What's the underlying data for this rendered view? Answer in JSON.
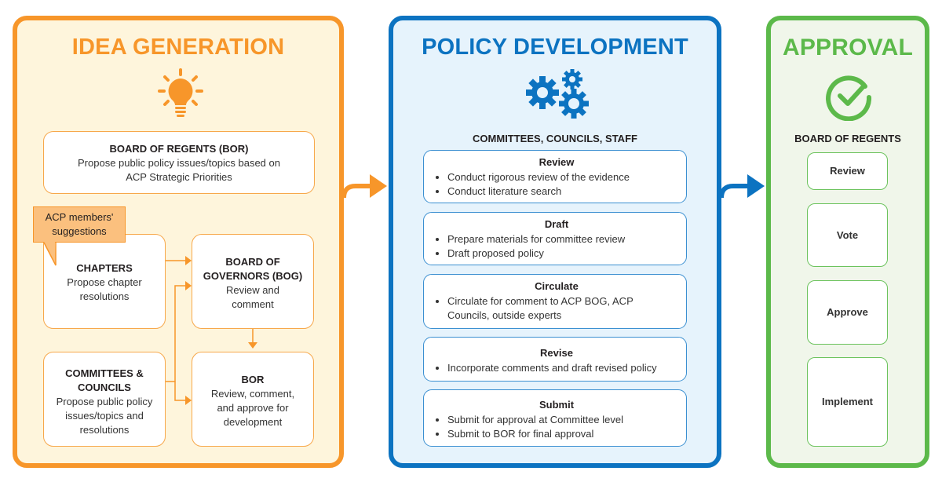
{
  "colors": {
    "idea_accent": "#f7962a",
    "idea_bg": "#fef5dc",
    "policy_accent": "#0c73c1",
    "policy_bg": "#e6f3fc",
    "approval_accent": "#5cb94a",
    "approval_bg": "#f0f6ea"
  },
  "idea_generation": {
    "title": "IDEA GENERATION",
    "icon": "lightbulb-icon",
    "bor_box": {
      "title": "BOARD OF REGENTS (BOR)",
      "text": "Propose public policy issues/topics based on ACP Strategic Priorities"
    },
    "callout": "ACP members' suggestions",
    "chapters": {
      "title": "CHAPTERS",
      "text": "Propose chapter resolutions"
    },
    "committees": {
      "title": "COMMITTEES & COUNCILS",
      "text": "Propose public policy issues/topics and resolutions"
    },
    "bog": {
      "title": "BOARD OF GOVERNORS (BOG)",
      "text": "Review and comment"
    },
    "bor": {
      "title": "BOR",
      "text": "Review, comment, and approve for development"
    }
  },
  "policy_development": {
    "title": "POLICY DEVELOPMENT",
    "icon": "gears-icon",
    "subtitle": "COMMITTEES, COUNCILS, STAFF",
    "steps": [
      {
        "title": "Review",
        "bullets": [
          "Conduct rigorous review of the evidence",
          "Conduct literature search"
        ]
      },
      {
        "title": "Draft",
        "bullets": [
          "Prepare  materials for committee review",
          "Draft proposed policy"
        ]
      },
      {
        "title": "Circulate",
        "bullets": [
          "Circulate for comment to ACP BOG, ACP Councils, outside experts"
        ]
      },
      {
        "title": "Revise",
        "bullets": [
          "Incorporate comments and draft revised policy"
        ]
      },
      {
        "title": "Submit",
        "bullets": [
          "Submit for approval at Committee level",
          "Submit to BOR for final approval"
        ]
      }
    ]
  },
  "approval": {
    "title": "APPROVAL",
    "icon": "check-circle-icon",
    "subtitle": "BOARD OF REGENTS",
    "steps": [
      "Review",
      "Vote",
      "Approve",
      "Implement"
    ]
  }
}
